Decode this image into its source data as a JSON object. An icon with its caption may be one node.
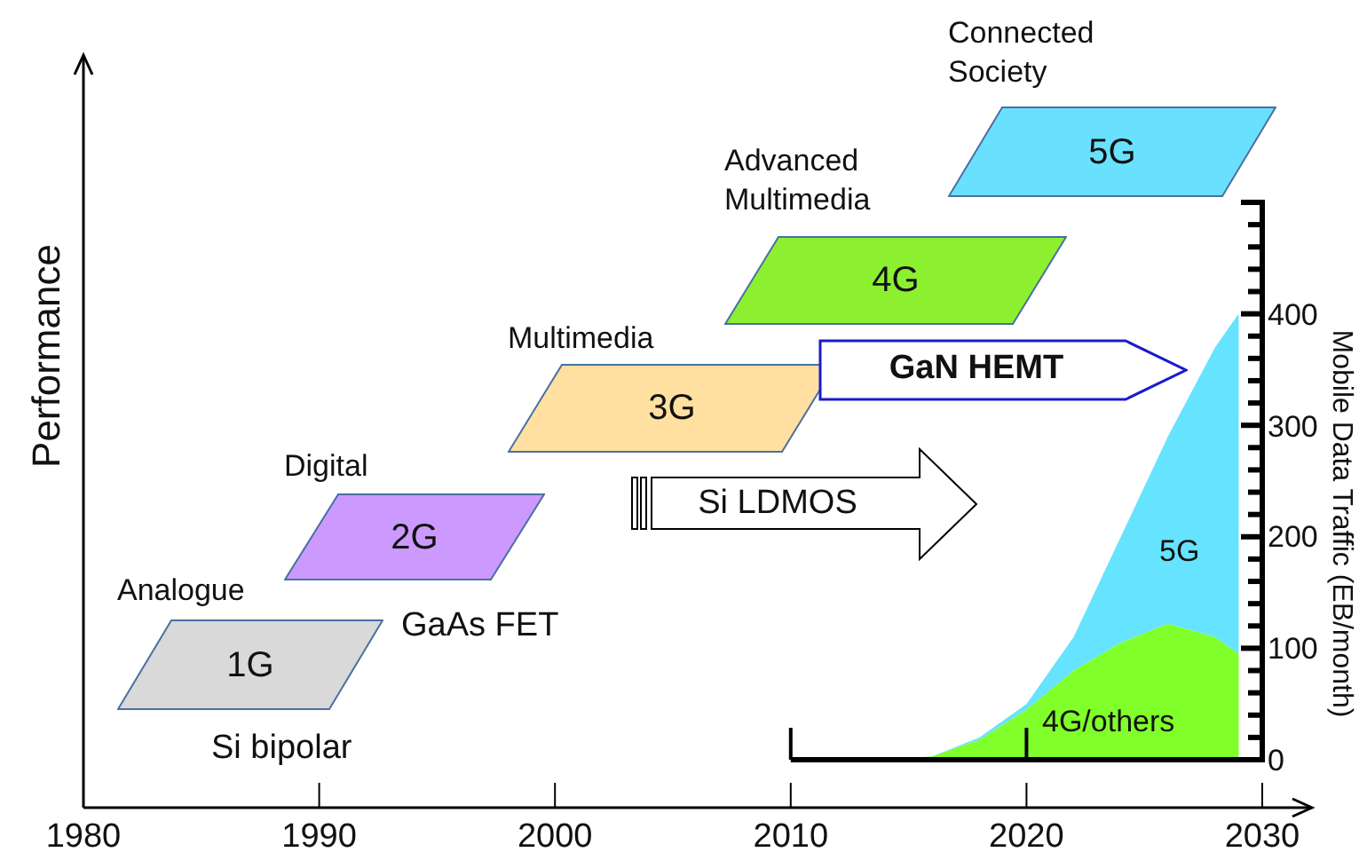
{
  "diagram": {
    "nodes": [
      {
        "text": [
          "Analogue",
          "1G"
        ]
      },
      {
        "text": [
          "Digital",
          "2G"
        ]
      },
      {
        "text": [
          "Multimedia",
          "3G"
        ]
      },
      {
        "text": [
          "Advanced Multimedia",
          "4G"
        ]
      },
      {
        "text": [
          "Connected Society",
          "5G"
        ]
      },
      {
        "text": [
          "Si LDMOS"
        ]
      },
      {
        "text": [
          "GaN HEMT"
        ]
      }
    ],
    "edges": [],
    "labels": [
      "Performance",
      "Si bipolar",
      "GaAs FET"
    ],
    "chart_data": {
      "type": "area",
      "stacked": true,
      "ylabel": "Mobile Data Traffic (EB/month)",
      "x": [
        2010,
        2012,
        2014,
        2016,
        2018,
        2020,
        2022,
        2024,
        2026,
        2028,
        2029
      ],
      "series": [
        {
          "name": "4G/others",
          "color": "#80ff2a",
          "values": [
            0,
            0,
            0,
            3,
            18,
            45,
            80,
            105,
            122,
            110,
            95
          ]
        },
        {
          "name": "5G",
          "color": "#66e3ff",
          "values": [
            0,
            0,
            0,
            0,
            2,
            5,
            30,
            95,
            168,
            260,
            305
          ]
        }
      ],
      "xlim": [
        1980,
        2030
      ],
      "xticks": [
        1980,
        1990,
        2000,
        2010,
        2020,
        2030
      ],
      "ylim": [
        0,
        500
      ],
      "yticks": [
        0,
        100,
        200,
        300,
        400
      ]
    }
  }
}
